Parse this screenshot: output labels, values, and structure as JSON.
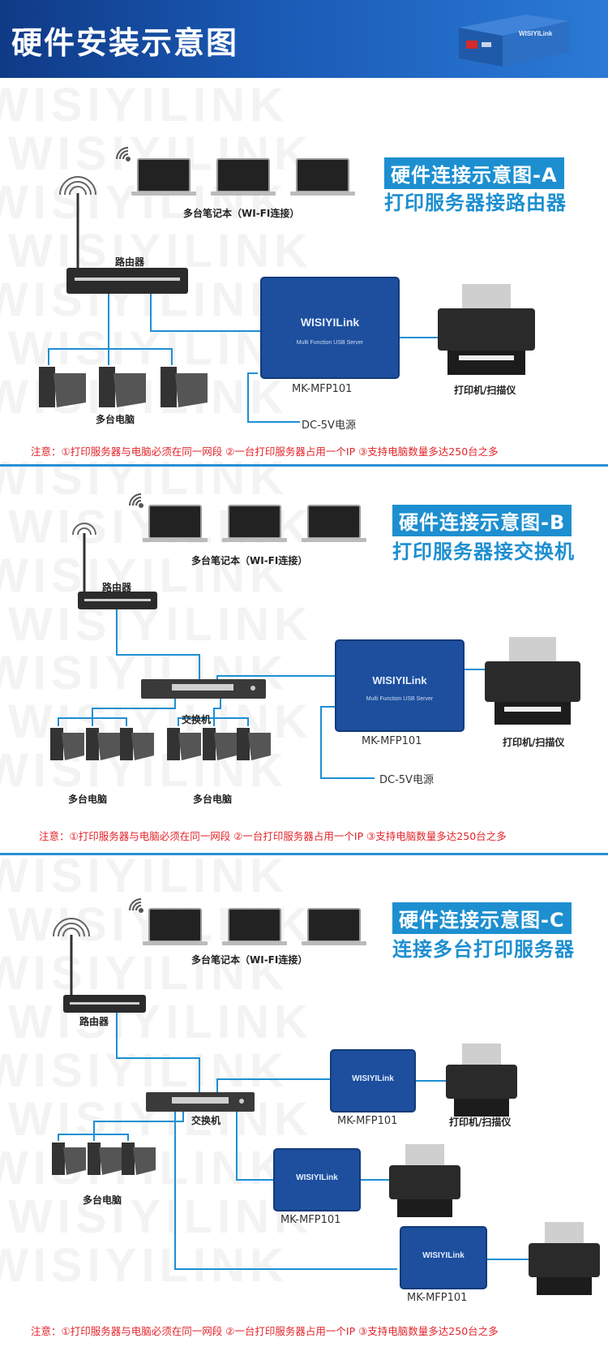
{
  "header": {
    "title": "硬件安装示意图"
  },
  "watermark_text": "WISIYILINK",
  "device_brand": "WISIYILink",
  "device_subtitle": "Multi Function USB Server",
  "sections": [
    {
      "title_line1": "硬件连接示意图-A",
      "title_line2": "打印服务器接路由器",
      "labels": {
        "laptops": "多台笔记本（WI-FI连接）",
        "router": "路由器",
        "computers": "多台电脑",
        "server": "MK-MFP101",
        "power": "DC-5V电源",
        "printer": "打印机/扫描仪"
      },
      "note": "注意：①打印服务器与电脑必须在同一网段  ②一台打印服务器占用一个IP ③支持电脑数量多达250台之多"
    },
    {
      "title_line1": "硬件连接示意图-B",
      "title_line2": "打印服务器接交换机",
      "labels": {
        "laptops": "多台笔记本（WI-FI连接）",
        "router": "路由器",
        "switch": "交换机",
        "computers_1": "多台电脑",
        "computers_2": "多台电脑",
        "server": "MK-MFP101",
        "power": "DC-5V电源",
        "printer": "打印机/扫描仪"
      },
      "note": "注意：①打印服务器与电脑必须在同一网段  ②一台打印服务器占用一个IP ③支持电脑数量多达250台之多"
    },
    {
      "title_line1": "硬件连接示意图-C",
      "title_line2": "连接多台打印服务器",
      "labels": {
        "laptops": "多台笔记本（WI-FI连接）",
        "router": "路由器",
        "switch": "交换机",
        "computers": "多台电脑",
        "server_1": "MK-MFP101",
        "server_2": "MK-MFP101",
        "server_3": "MK-MFP101",
        "printer": "打印机/扫描仪"
      },
      "note": "注意：①打印服务器与电脑必须在同一网段  ②一台打印服务器占用一个IP ③支持电脑数量多达250台之多"
    }
  ]
}
